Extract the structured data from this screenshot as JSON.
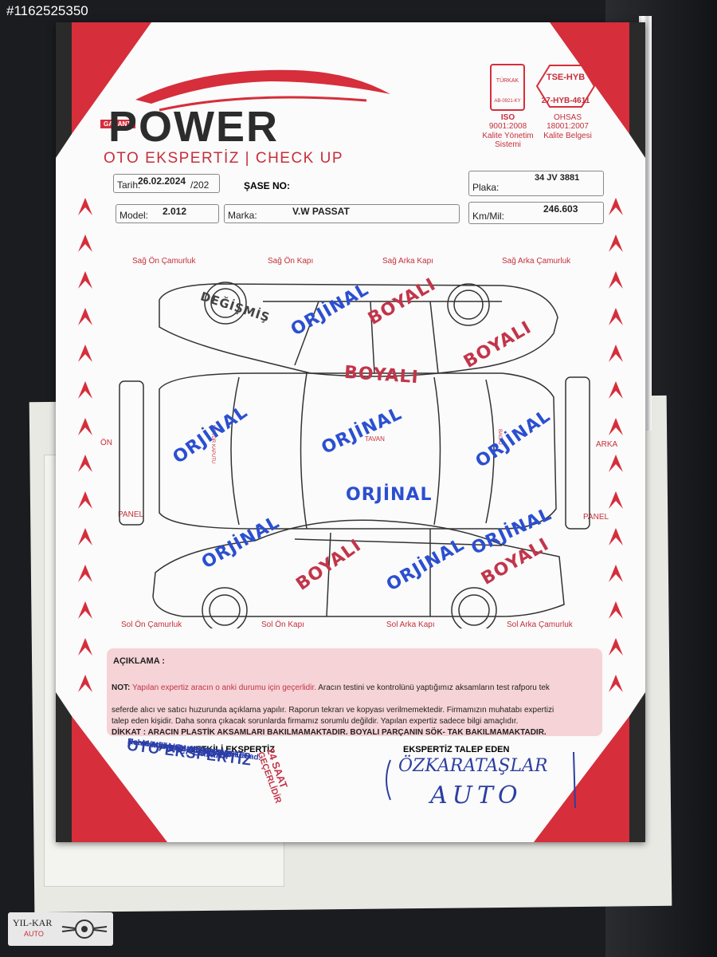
{
  "listing_id": "#1162525350",
  "brand": {
    "name": "POWER",
    "tag": "GARANTİ",
    "subtitle_left": "OTO EKSPERTİZ",
    "subtitle_sep": "|",
    "subtitle_right": "CHECK UP"
  },
  "certs": {
    "turkak": "TÜRKAK",
    "turkak_code": "AB-0921-KY",
    "iso_title": "ISO",
    "iso_num": "9001:2008",
    "iso_desc1": "Kalite Yönetim",
    "iso_desc2": "Sistemi",
    "tse": "TSE-HYB",
    "tse_code": "27-HYB-4611",
    "ohsas_title": "OHSAS",
    "ohsas_num": "18001:2007",
    "ohsas_desc": "Kalite Belgesi"
  },
  "form": {
    "tarih_label": "Tarih:",
    "tarih_value": "26.02.2024",
    "tarih_tail": "/202",
    "sase_label": "ŞASE NO:",
    "plaka_label": "Plaka:",
    "plaka_value": "34 JV 3881",
    "model_label": "Model:",
    "model_value": "2.012",
    "marka_label": "Marka:",
    "marka_value": "V.W PASSAT",
    "km_label": "Km/Mil:",
    "km_value": "246.603"
  },
  "parts": {
    "sag_on_camurluk": "Sağ Ön Çamurluk",
    "sag_on_kapi": "Sağ Ön Kapı",
    "sag_arka_kapi": "Sağ Arka Kapı",
    "sag_arka_camurluk": "Sağ Arka Çamurluk",
    "on": "ÖN",
    "arka": "ARKA",
    "panel_left": "PANEL",
    "panel_right": "PANEL",
    "motor_kaputu": "MOTOR KAPUTU",
    "tavan": "TAVAN",
    "bagaj": "BAGAJ",
    "sol_on_camurluk": "Sol Ön Çamurluk",
    "sol_on_kapi": "Sol Ön Kapı",
    "sol_arka_kapi": "Sol Arka Kapı",
    "sol_arka_camurluk": "Sol Arka Çamurluk"
  },
  "stamps": {
    "degismis": "DEĞİŞMİŞ",
    "orjinal": "ORJİNAL",
    "boyali": "BOYALI"
  },
  "notes": {
    "aciklama": "AÇIKLAMA :",
    "note_label": "NOT:",
    "note_red": "Yapılan expertiz aracın o anki durumu için geçerlidir.",
    "line1_rest": "Aracın testini ve kontrolünü yaptığımız aksamların test rafporu tek",
    "line2": "seferde alıcı ve satıcı huzurunda açıklama yapılır. Raporun tekrarı ve kopyası verilmemektedir. Firmamızın muhatabı expertizi",
    "line3": "talep eden kişidir. Daha sonra çıkacak sorunlarda firmamız sorumlu değildir. Yapılan expertiz sadece bilgi amaçlıdır.",
    "dikkat": "DİKKAT : ARACIN PLASTİK AKSAMLARI BAKILMAMAKTADIR. BOYALI PARÇANIN SÖK- TAK BAKILMAMAKTADIR."
  },
  "footer": {
    "yetkili": "YETKİLİ EKSPERTİZ",
    "talep": "EKSPERTİZ TALEP EDEN",
    "stamp_brand": "Power Garanti",
    "stamp_title": "OTO EKSPERTİZ",
    "stamp_name": "Mehmet KORKMAZ",
    "stamp_addr1": "Karacaahmet Mah. 38002 Nolu Cad.",
    "stamp_addr2": "No:41/1 Şehitkamil / GAZİANTEP",
    "stamp_tax": "Şehitkamil V.D.: 330 705 195 10",
    "red_stamp1": "24 SAAT",
    "red_stamp2": "GEÇERLİDİR",
    "hand1": "ÖZKARATAŞLAR",
    "hand2": "AUTO"
  },
  "dealer_logo": {
    "name": "YIL-KAR",
    "sub": "AUTO"
  },
  "colors": {
    "red": "#c62f3b",
    "blue": "#2b4fd1",
    "dark": "#2c2c2c"
  }
}
